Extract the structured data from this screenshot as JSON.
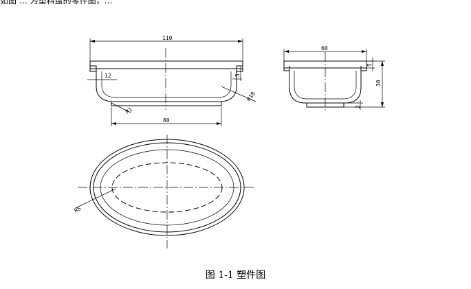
{
  "header_text": "如图 … 为塑料盘的零件图，…",
  "caption": "图 1-1  塑件图",
  "dimensions": {
    "front_width": "110",
    "front_step": "12",
    "front_lip": "5",
    "front_radius_large": "R10",
    "front_radius_small": "R1",
    "front_base": "80",
    "side_width": "60",
    "side_lip": "5",
    "side_height": "30",
    "side_base": "2",
    "plan_radius": "R5"
  },
  "views": [
    "front-section-view",
    "side-view",
    "plan-view"
  ]
}
